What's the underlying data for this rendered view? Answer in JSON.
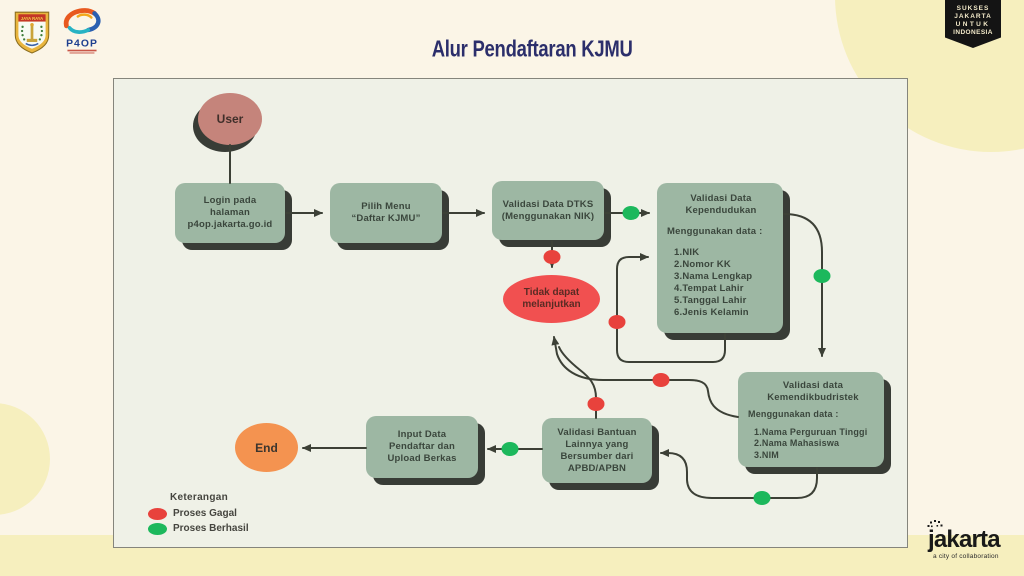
{
  "slide": {
    "title": "Alur Pendaftaran KJMU"
  },
  "header": {
    "badge_lines": [
      "SUKSES",
      "JAKARTA",
      "UNTUK",
      "INDONESIA"
    ],
    "shield_text": "JAYA RAYA",
    "p4op_label": "P4OP"
  },
  "footer": {
    "wordmark": "jakarta",
    "tagline": "a city of collaboration"
  },
  "flowchart": {
    "nodes": {
      "user": {
        "label": "User"
      },
      "login": {
        "label": "Login pada\nhalaman\np4op.jakarta.go.id"
      },
      "pilih_menu": {
        "label": "Pilih Menu\n“Daftar KJMU”"
      },
      "validasi_dtks": {
        "label": "Validasi Data DTKS\n(Menggunakan NIK)"
      },
      "validasi_kependudukan": {
        "title": "Validasi Data\nKependudukan",
        "subtitle": "Menggunakan data :",
        "items": "1.NIK\n2.Nomor KK\n3.Nama Lengkap\n4.Tempat Lahir\n5.Tanggal Lahir\n6.Jenis Kelamin"
      },
      "tidak_dapat": {
        "label": "Tidak dapat\nmelanjutkan"
      },
      "validasi_kemendikbudristek": {
        "title": "Validasi data\nKemendikbudristek",
        "subtitle": "Menggunakan data :",
        "items": "1.Nama Perguruan Tinggi\n2.Nama Mahasiswa\n3.NIM"
      },
      "validasi_bantuan": {
        "label": "Validasi Bantuan\nLainnya yang\nBersumber dari\nAPBD/APBN"
      },
      "input_data": {
        "label": "Input Data\nPendaftar dan\nUpload Berkas"
      },
      "end": {
        "label": "End"
      }
    },
    "edges": [
      {
        "from": "user",
        "to": "login",
        "status": "none"
      },
      {
        "from": "login",
        "to": "pilih_menu",
        "status": "none"
      },
      {
        "from": "pilih_menu",
        "to": "validasi_dtks",
        "status": "none"
      },
      {
        "from": "validasi_dtks",
        "to": "validasi_kependudukan",
        "status": "berhasil"
      },
      {
        "from": "validasi_dtks",
        "to": "tidak_dapat",
        "status": "gagal"
      },
      {
        "from": "validasi_kependudukan",
        "to": "validasi_kependudukan",
        "status": "gagal"
      },
      {
        "from": "validasi_kependudukan",
        "to": "validasi_kemendikbudristek",
        "status": "berhasil"
      },
      {
        "from": "validasi_kemendikbudristek",
        "to": "tidak_dapat",
        "status": "gagal"
      },
      {
        "from": "validasi_bantuan",
        "to": "tidak_dapat",
        "status": "gagal"
      },
      {
        "from": "validasi_kemendikbudristek",
        "to": "validasi_bantuan",
        "status": "berhasil"
      },
      {
        "from": "validasi_bantuan",
        "to": "input_data",
        "status": "berhasil"
      },
      {
        "from": "input_data",
        "to": "end",
        "status": "none"
      }
    ],
    "legend": {
      "title": "Keterangan",
      "fail": "Proses Gagal",
      "success": "Proses Berhasil"
    }
  },
  "colors": {
    "fail": "#e8423c",
    "success": "#1cb85c",
    "node_fill": "#9db7a3",
    "user_fill": "#c5847b",
    "end_fill": "#f49350",
    "alert_fill": "#f15050",
    "title_navy": "#2b2e6b",
    "background": "#fbf5e7",
    "accent_yellow": "#f6efbe"
  }
}
